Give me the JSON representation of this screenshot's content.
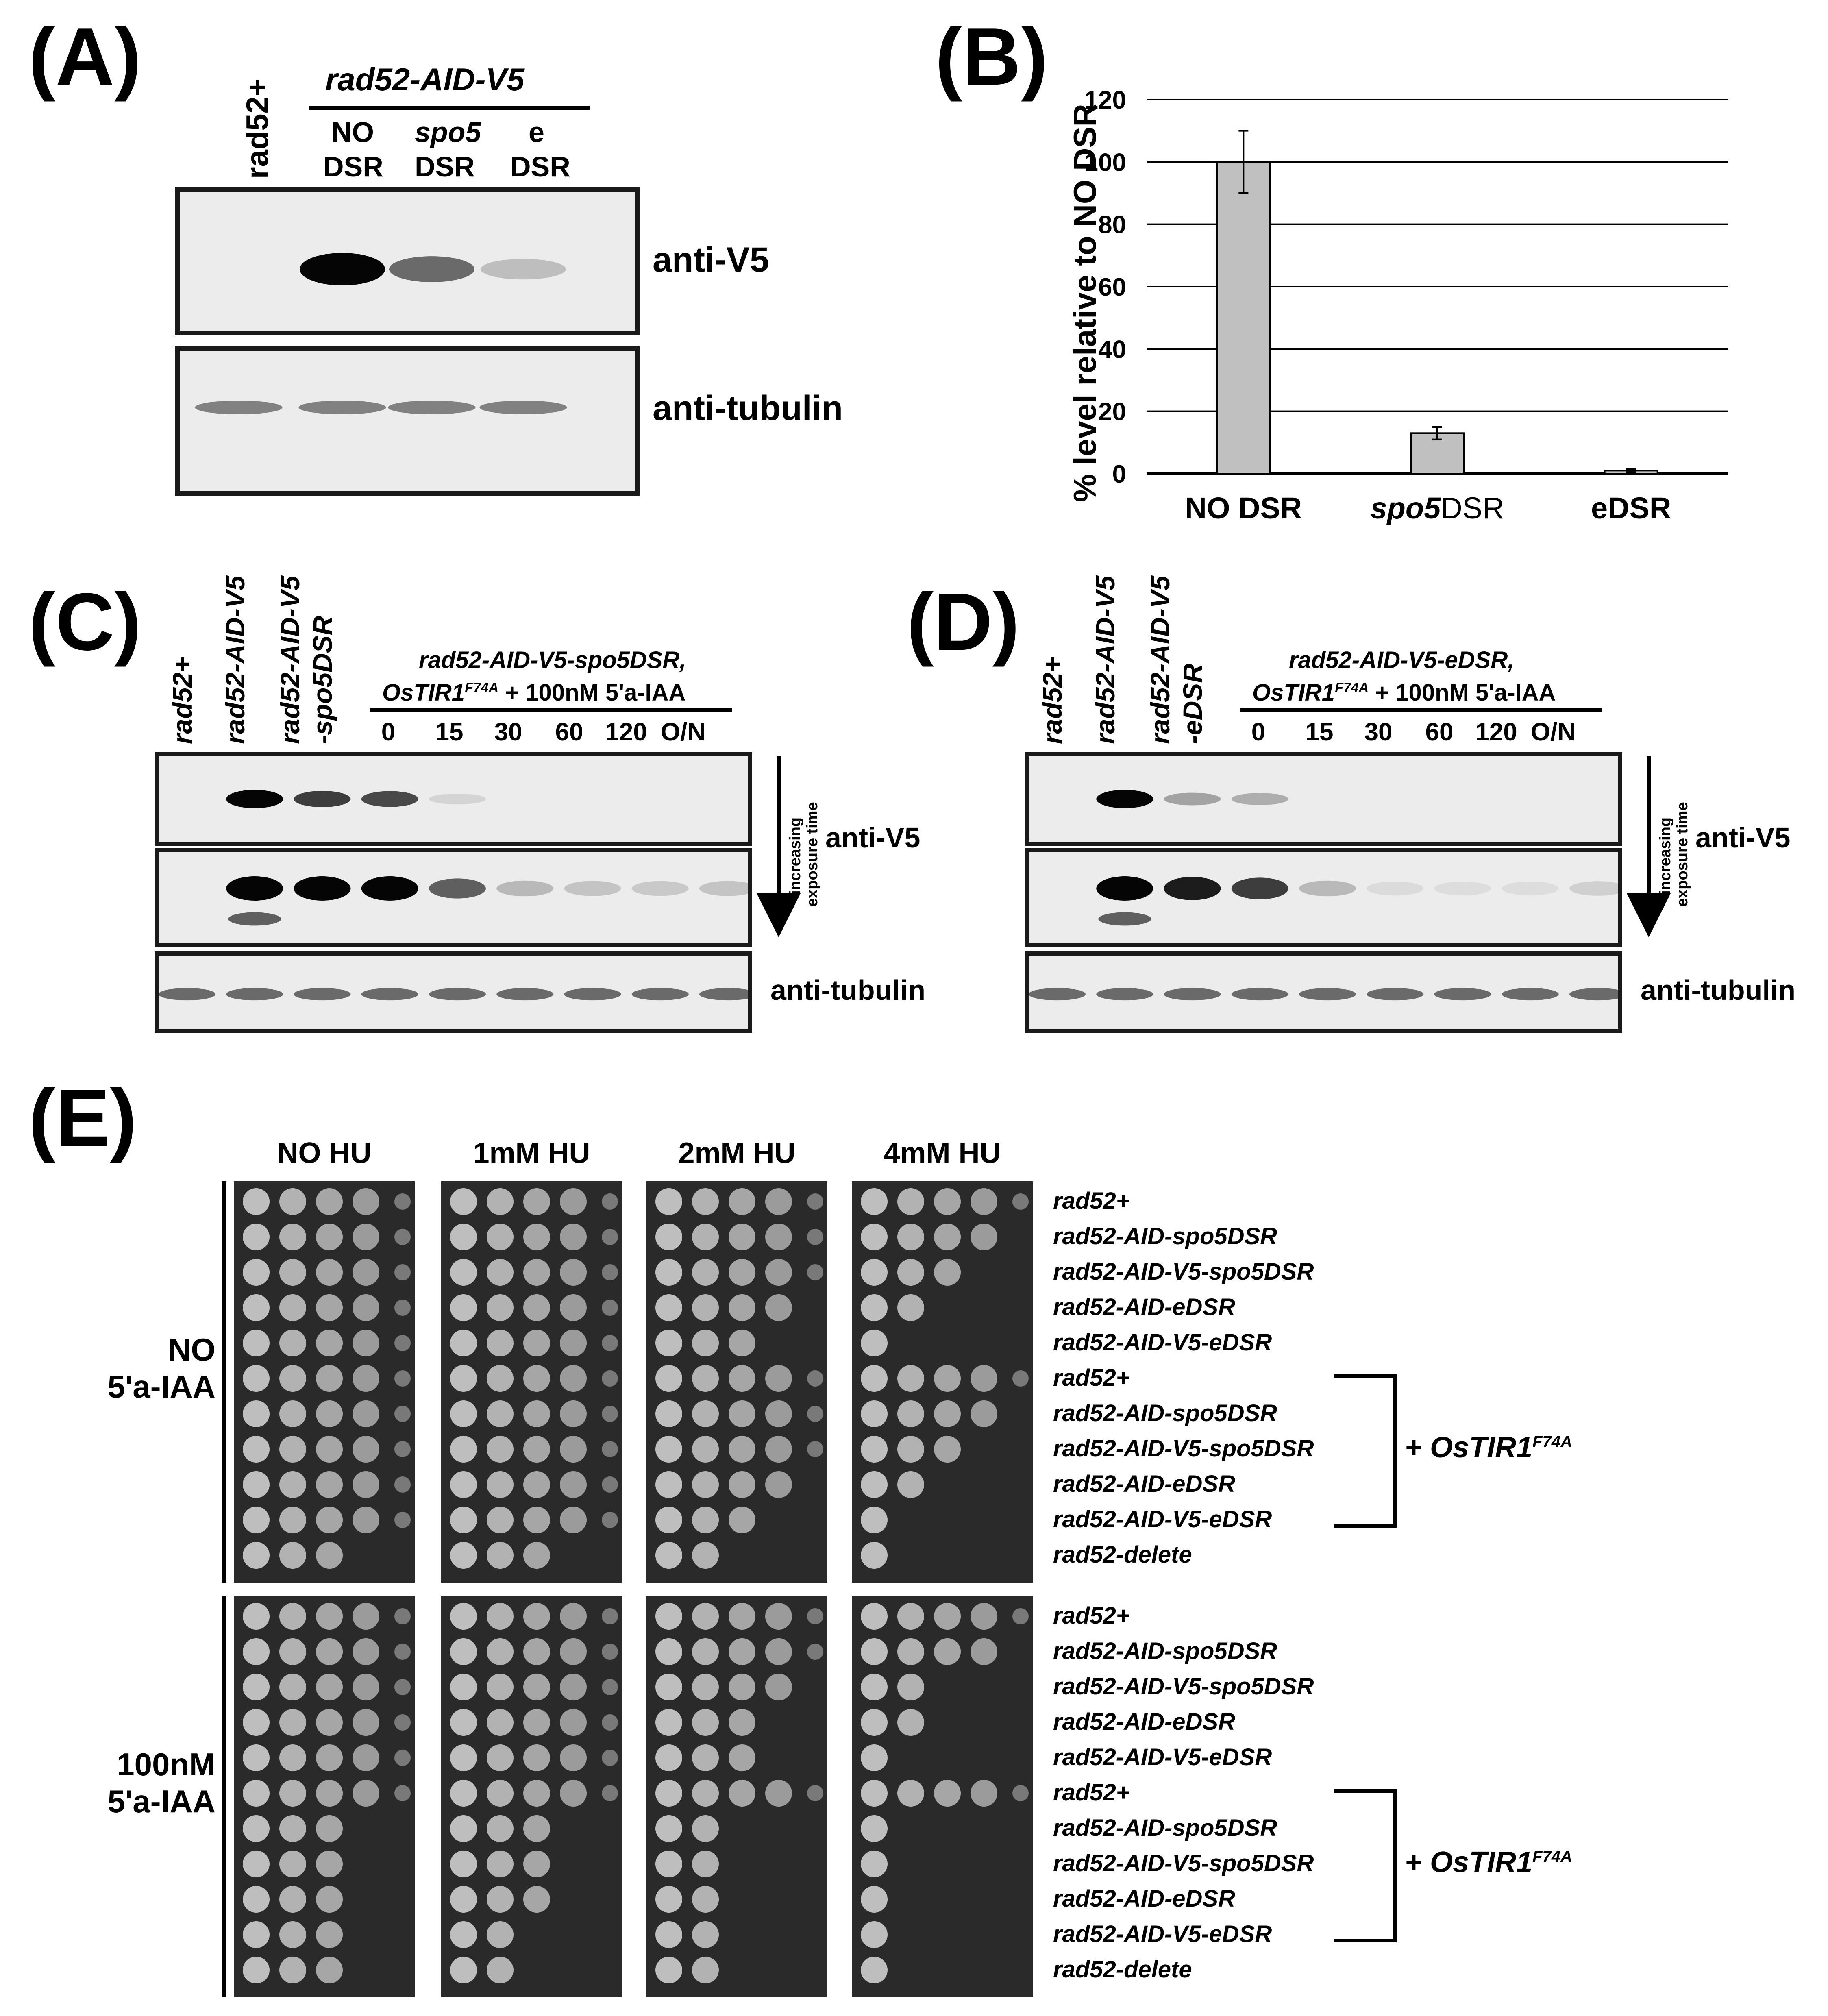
{
  "panels": {
    "A": "(A)",
    "B": "(B)",
    "C": "(C)",
    "D": "(D)",
    "E": "(E)"
  },
  "panel_a": {
    "lane_wt": "rad52+",
    "group_label": "rad52-AID-V5",
    "lanes": [
      {
        "top": "NO",
        "top_italic": false,
        "bottom": "DSR"
      },
      {
        "top": "spo5",
        "top_italic": true,
        "bottom": "DSR"
      },
      {
        "top": "e",
        "top_italic": false,
        "bottom": "DSR"
      }
    ],
    "blot_labels": [
      "anti-V5",
      "anti-tubulin"
    ],
    "v5_band_intensity": [
      0,
      1.0,
      0.55,
      0.18
    ]
  },
  "chart_data": {
    "type": "bar",
    "categories": [
      "NO DSR",
      "spo5DSR",
      "eDSR"
    ],
    "category_parts": [
      [
        "NO DSR",
        ""
      ],
      [
        "spo5",
        "DSR"
      ],
      [
        "eDSR",
        ""
      ]
    ],
    "values": [
      100,
      13,
      1
    ],
    "errors": [
      10,
      2,
      0.5
    ],
    "ylabel": "% level relative to NO DSR",
    "ylim": [
      0,
      120
    ],
    "yticks": [
      0,
      20,
      40,
      60,
      80,
      100,
      120
    ],
    "grid": true,
    "bar_color": "#c0c0c0"
  },
  "panel_c": {
    "lane_labels": [
      "rad52+",
      "rad52-AID-V5",
      "rad52-AID-V5",
      "-spo5DSR"
    ],
    "treatment_line1": "rad52-AID-V5-spo5DSR,",
    "treatment_line2_a": "OsTIR1",
    "treatment_line2_sup": "F74A",
    "treatment_line2_b": " + 100nM 5'a-IAA",
    "timepoints": [
      "0",
      "15",
      "30",
      "60",
      "120",
      "O/N"
    ],
    "exposure_text": [
      "increasing",
      "exposure time"
    ],
    "blot_labels": [
      "anti-V5",
      "anti-tubulin"
    ],
    "short_exposure": [
      0,
      1.0,
      0.75,
      0.7,
      0.08,
      0,
      0,
      0,
      0
    ],
    "long_exposure": [
      0,
      1.0,
      1.0,
      1.0,
      0.6,
      0.2,
      0.15,
      0.13,
      0.15
    ]
  },
  "panel_d": {
    "lane_labels": [
      "rad52+",
      "rad52-AID-V5",
      "rad52-AID-V5",
      "-eDSR"
    ],
    "treatment_line1": "rad52-AID-V5-eDSR,",
    "treatment_line2_a": "OsTIR1",
    "treatment_line2_sup": "F74A",
    "treatment_line2_b": " + 100nM 5'a-IAA",
    "timepoints": [
      "0",
      "15",
      "30",
      "60",
      "120",
      "O/N"
    ],
    "exposure_text": [
      "increasing",
      "exposure time"
    ],
    "blot_labels": [
      "anti-V5",
      "anti-tubulin"
    ],
    "short_exposure": [
      0,
      1.0,
      0.3,
      0.25,
      0,
      0,
      0,
      0,
      0
    ],
    "long_exposure": [
      0,
      1.0,
      0.9,
      0.75,
      0.2,
      0.05,
      0.04,
      0.04,
      0.1
    ]
  },
  "panel_e": {
    "conditions": [
      "NO HU",
      "1mM HU",
      "2mM HU",
      "4mM HU"
    ],
    "treatments": [
      [
        "NO",
        "5'a-IAA"
      ],
      [
        "100nM",
        "5'a-IAA"
      ]
    ],
    "strains": [
      "rad52+",
      "rad52-AID-spo5DSR",
      "rad52-AID-V5-spo5DSR",
      "rad52-AID-eDSR",
      "rad52-AID-V5-eDSR",
      "rad52+",
      "rad52-AID-spo5DSR",
      "rad52-AID-V5-spo5DSR",
      "rad52-AID-eDSR",
      "rad52-AID-V5-eDSR",
      "rad52-delete"
    ],
    "tir_label": "+ OsTIR1",
    "tir_sup": "F74A",
    "growth_no_iaa": [
      [
        5,
        5,
        5,
        5,
        5,
        5,
        5,
        5,
        5,
        5,
        3
      ],
      [
        5,
        5,
        5,
        5,
        5,
        5,
        5,
        5,
        5,
        5,
        3
      ],
      [
        5,
        5,
        5,
        4,
        3,
        5,
        5,
        5,
        4,
        3,
        2
      ],
      [
        5,
        4,
        3,
        2,
        1,
        5,
        4,
        3,
        2,
        1,
        1
      ]
    ],
    "growth_iaa": [
      [
        5,
        5,
        5,
        5,
        5,
        5,
        3,
        3,
        3,
        3,
        3
      ],
      [
        5,
        5,
        5,
        5,
        5,
        5,
        3,
        3,
        3,
        2,
        2
      ],
      [
        5,
        5,
        4,
        3,
        3,
        5,
        2,
        2,
        2,
        2,
        2
      ],
      [
        5,
        4,
        2,
        2,
        1,
        5,
        1,
        1,
        1,
        1,
        1
      ]
    ]
  }
}
